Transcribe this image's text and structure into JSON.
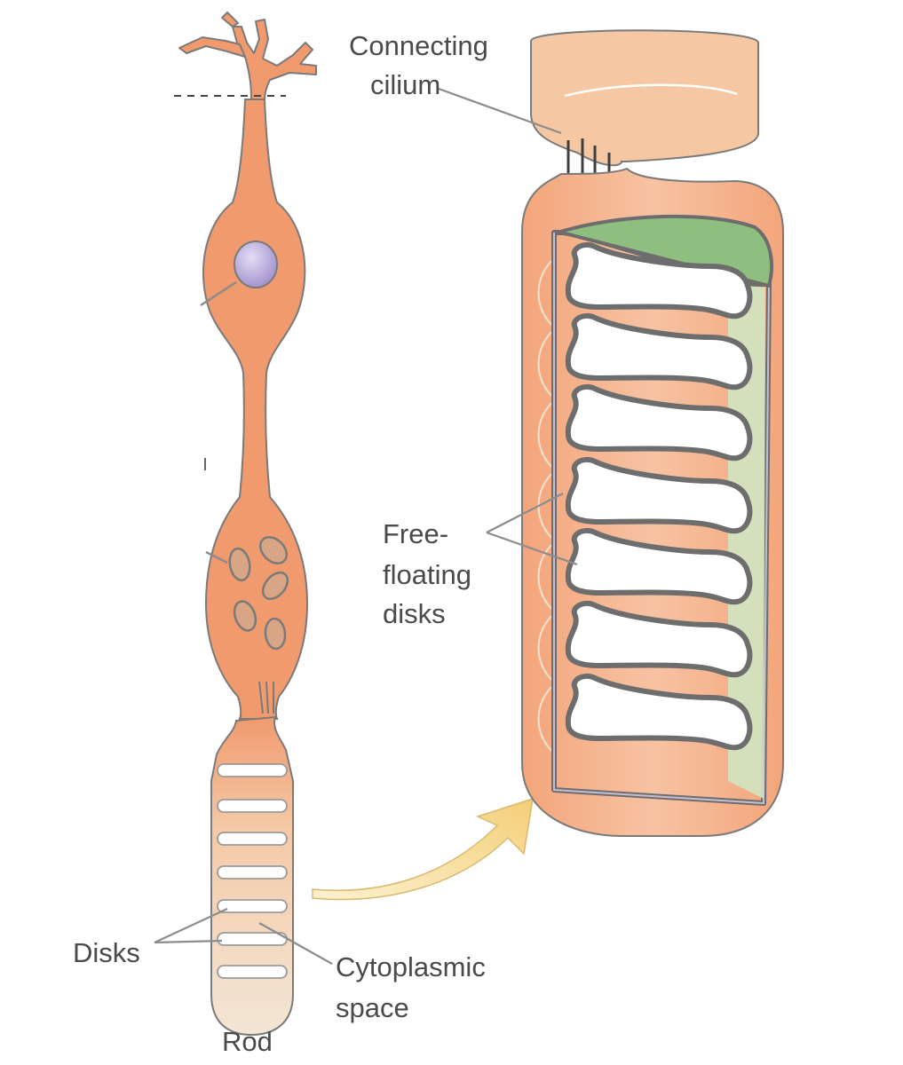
{
  "labels": {
    "connecting_cilium": [
      "Connecting",
      "cilium"
    ],
    "free_floating_disks": [
      "Free-",
      "floating",
      "disks"
    ],
    "disks": "Disks",
    "cytoplasmic_space": [
      "Cytoplasmic",
      "space"
    ],
    "rod": "Rod"
  },
  "colors": {
    "cell_body": "#f09a6e",
    "cell_outline": "#7a7a7a",
    "outer_segment_light": "#f2dfc9",
    "nucleus": "#b5a6d6",
    "green_cap": "#8fbf80",
    "arrow_fill": "#f7d98c",
    "label_text": "#4a4a4a",
    "leader_line": "#8c8c8c"
  }
}
